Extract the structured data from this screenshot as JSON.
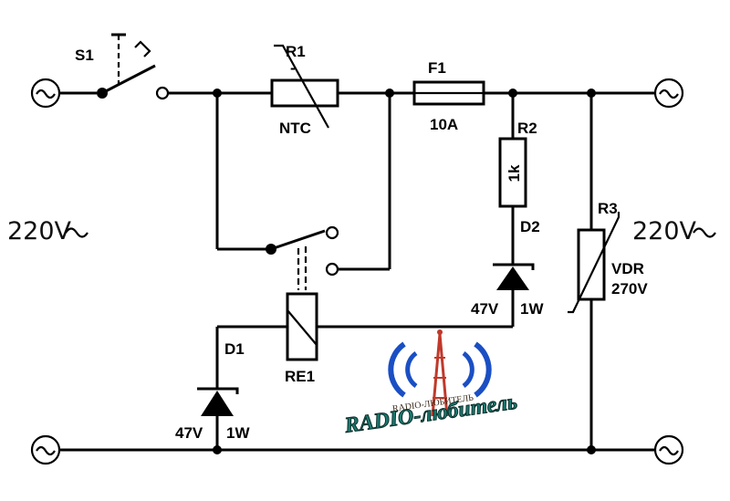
{
  "labels": {
    "s1": "S1",
    "r1": "R1",
    "r1_sign": "-",
    "r1_type": "NTC",
    "f1": "F1",
    "f1_rating": "10A",
    "r2": "R2",
    "r2_value": "1k",
    "r3": "R3",
    "r3_type": "VDR",
    "r3_value": "270V",
    "d2": "D2",
    "d2_voltage": "47V",
    "d2_power": "1W",
    "d1": "D1",
    "d1_voltage": "47V",
    "d1_power": "1W",
    "re1": "RE1",
    "voltage_left": "220V",
    "voltage_right": "220V"
  },
  "logo": {
    "small": "RADIO-ЛЮБИТЕЛЬ",
    "big": "RADIO-любитель",
    "colors": {
      "arcs": "#1a4fc4",
      "mast": "#c0392b",
      "text": "#1a7a70"
    }
  }
}
